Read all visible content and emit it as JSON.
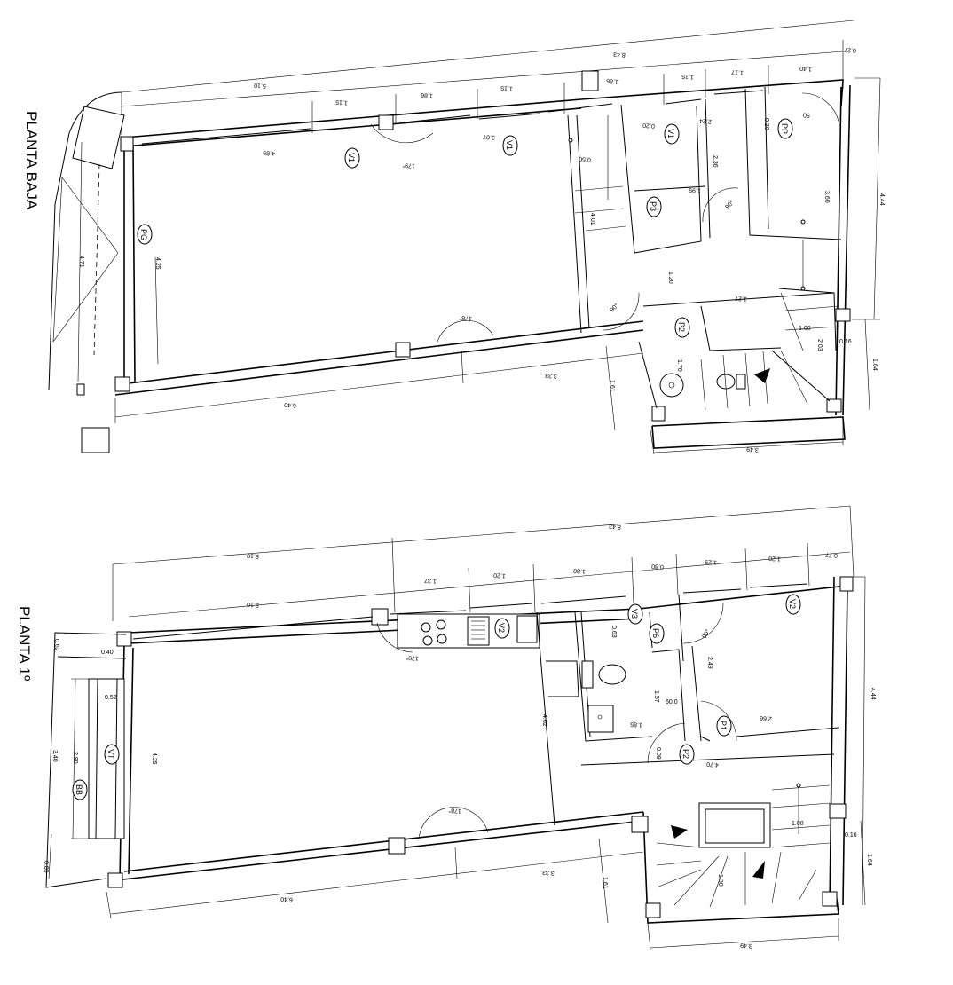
{
  "planta_baja": {
    "title": "PLANTA BAJA",
    "dims": {
      "top_total": "8.43",
      "corner": "0.27",
      "seg_510": "5.10",
      "seg_115a": "1.15",
      "seg_186a": "1.86",
      "seg_115b": "1.15",
      "seg_186b": "1.86",
      "seg_115c": "1.15",
      "seg_117": "1.17",
      "seg_140": "1.40",
      "d489": "4.89",
      "d307": "3.07",
      "d179": "179°",
      "d020a": "0.20",
      "d224": "2.24",
      "d020b": "0.20",
      "d50": "50",
      "d236": "2.36",
      "d199": "1.99",
      "d360": "3.60",
      "d444": "4.44",
      "d050": "0.50",
      "d401": "4.01",
      "d471": "4.71",
      "d425": "4.25",
      "d90a": "90°",
      "d90b": "90°",
      "d120": "1.20",
      "d127": "1.27",
      "d100": "1.00",
      "d016": "0.16",
      "d203": "2.03",
      "d164": "1.64",
      "d178": "178°",
      "d333": "3.33",
      "d161": "1.61",
      "d640": "6.40",
      "d349": "3.49",
      "d170": "1.70"
    },
    "tags": {
      "v1a": "V1",
      "v1b": "V1",
      "v1c": "V1",
      "pp": "PP",
      "p3": "P3",
      "p2": "P2",
      "pg": "PG"
    }
  },
  "planta_1": {
    "title": "PLANTA 1º",
    "dims": {
      "top_total": "8.43",
      "seg_510": "5.10",
      "inner_510": "5.10",
      "seg_137": "1.37",
      "seg_120a": "1.20",
      "seg_180": "1.80",
      "seg_080": "0.80",
      "seg_129": "1.29",
      "seg_120b": "1.20",
      "seg_077": "0.77",
      "d062": "0.62",
      "d040": "0.40",
      "d052": "0.52",
      "d340": "3.40",
      "d290": "2.90",
      "d425": "4.25",
      "d179": "179°",
      "d063": "0.63",
      "d90": "90°",
      "d249": "2.49",
      "d444": "4.44",
      "d157": "1.57",
      "d060": "60.0",
      "d185": "1.85",
      "d266": "2.66",
      "d402": "4.02",
      "d009": "0.09",
      "d470": "4.70",
      "d178": "178°",
      "d100": "1.00",
      "d016": "0.16",
      "d164": "1.64",
      "d130": "1.30",
      "d089": "0.89",
      "d333": "3.33",
      "d161": "1.61",
      "d640": "6.40",
      "d349": "3.49"
    },
    "tags": {
      "v2a": "V2",
      "v3": "V3",
      "v2b": "V2",
      "p6": "P6",
      "p1": "P1",
      "p2": "P2",
      "vt": "VT",
      "bb": "BB"
    }
  }
}
